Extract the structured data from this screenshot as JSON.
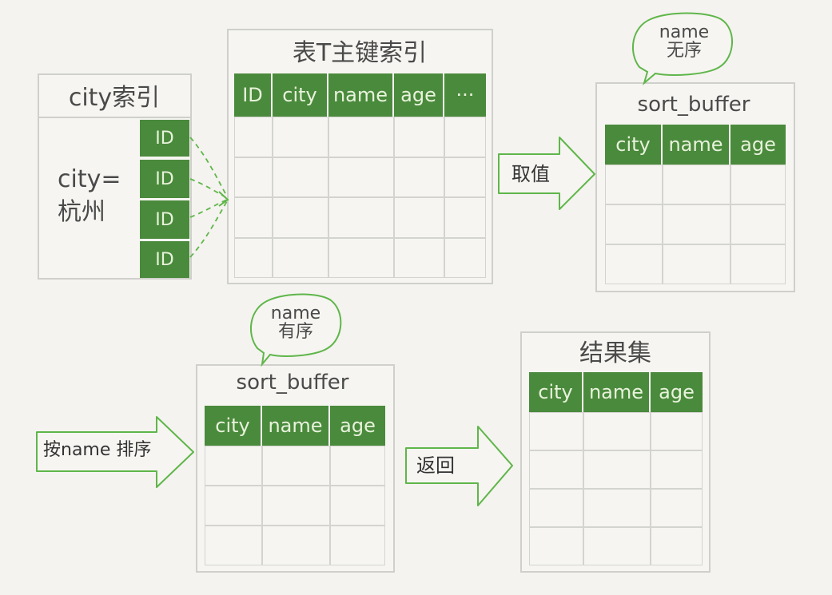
{
  "city_index": {
    "title": "city索引",
    "condition_line1": "city=",
    "condition_line2": "杭州",
    "ids": [
      "ID",
      "ID",
      "ID",
      "ID"
    ]
  },
  "primary_index": {
    "title": "表T主键索引",
    "columns": [
      "ID",
      "city",
      "name",
      "age",
      "···"
    ]
  },
  "fetch_arrow": {
    "label": "取值"
  },
  "sort_buffer_unsorted": {
    "bubble_line1": "name",
    "bubble_line2": "无序",
    "title": "sort_buffer",
    "columns": [
      "city",
      "name",
      "age"
    ]
  },
  "sort_arrow": {
    "label": "按name 排序"
  },
  "sort_buffer_sorted": {
    "bubble_line1": "name",
    "bubble_line2": "有序",
    "title": "sort_buffer",
    "columns": [
      "city",
      "name",
      "age"
    ]
  },
  "return_arrow": {
    "label": "返回"
  },
  "result_set": {
    "title": "结果集",
    "columns": [
      "city",
      "name",
      "age"
    ]
  },
  "colors": {
    "header_green": "#4a8a3c",
    "arrow_green": "#5fb64a",
    "panel_border": "#cfcfcb"
  }
}
